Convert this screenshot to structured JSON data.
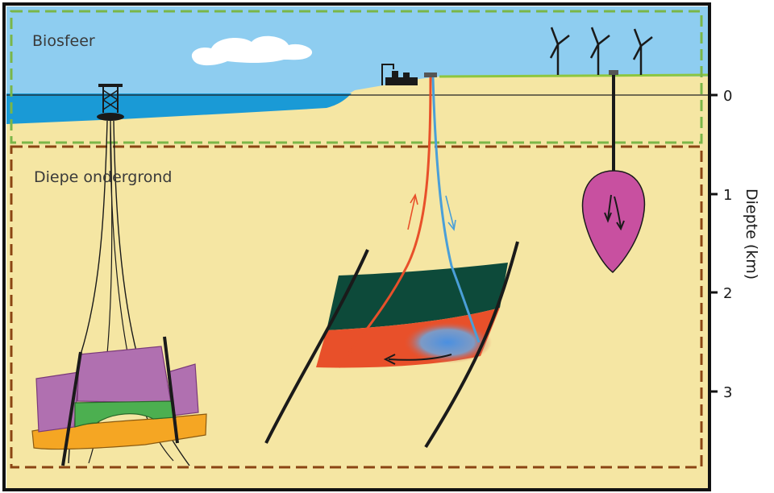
{
  "labels": {
    "biosphere": "Biosfeer",
    "deep_subsurface": "Diepe ondergrond"
  },
  "depth_axis": {
    "title": "Diepte (km)",
    "ticks": [
      "0",
      "1",
      "2",
      "3"
    ]
  },
  "colors": {
    "sky": "#8ecdf0",
    "sea": "#1a9ad6",
    "ground": "#f5e6a3",
    "biosphere_border": "#7ab648",
    "subsurface_border": "#8b4513",
    "caprock": "#0d4a3a",
    "hot_water": "#e8502a",
    "cold_water": "#4a9fd8",
    "storage_cavern": "#c850a0",
    "gas_layer": "#4caf50",
    "oil_layer": "#f5a623",
    "trap_rock": "#b070b0"
  },
  "icons": [
    "oil-rig-icon",
    "geothermal-plant-icon",
    "wind-turbine-icon",
    "cloud-icon"
  ]
}
